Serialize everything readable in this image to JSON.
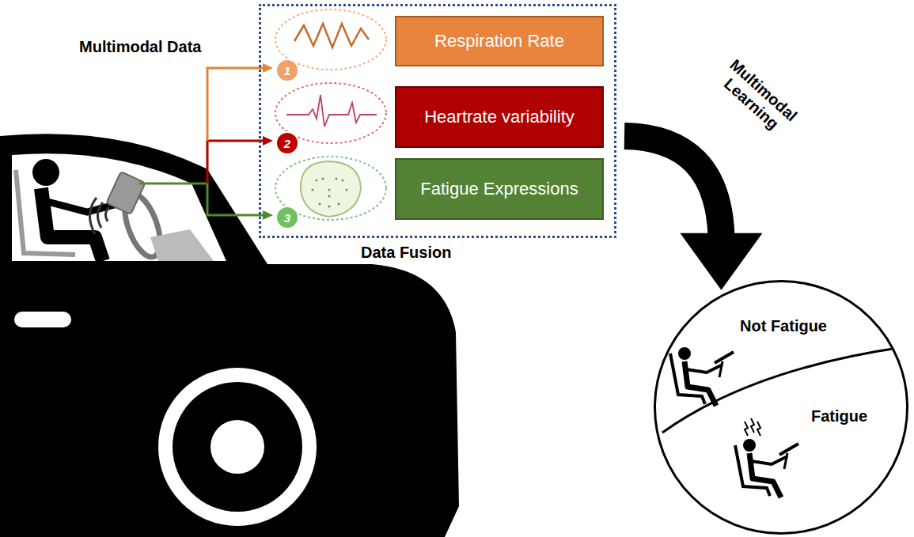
{
  "diagram": {
    "nodes": [
      {
        "text": [
          "Data Fusion"
        ]
      },
      {
        "text": [
          "1"
        ],
        "in": 0
      },
      {
        "text": [
          "Respiration Rate"
        ],
        "in": 0
      },
      {
        "text": [
          "2"
        ],
        "in": 0
      },
      {
        "text": [
          "Heartrate variability"
        ],
        "in": 0
      },
      {
        "text": [
          "3"
        ],
        "in": 0
      },
      {
        "text": [
          "Fatigue Expressions"
        ],
        "in": 0
      },
      {
        "text": [
          "Not Fatigue",
          "Fatigue"
        ]
      }
    ],
    "edges": [
      {
        "from": 0,
        "to": 7,
        "label": "Multimodal Learning",
        "arrow": "to"
      }
    ],
    "labels": [
      "Multimodal Data"
    ]
  }
}
